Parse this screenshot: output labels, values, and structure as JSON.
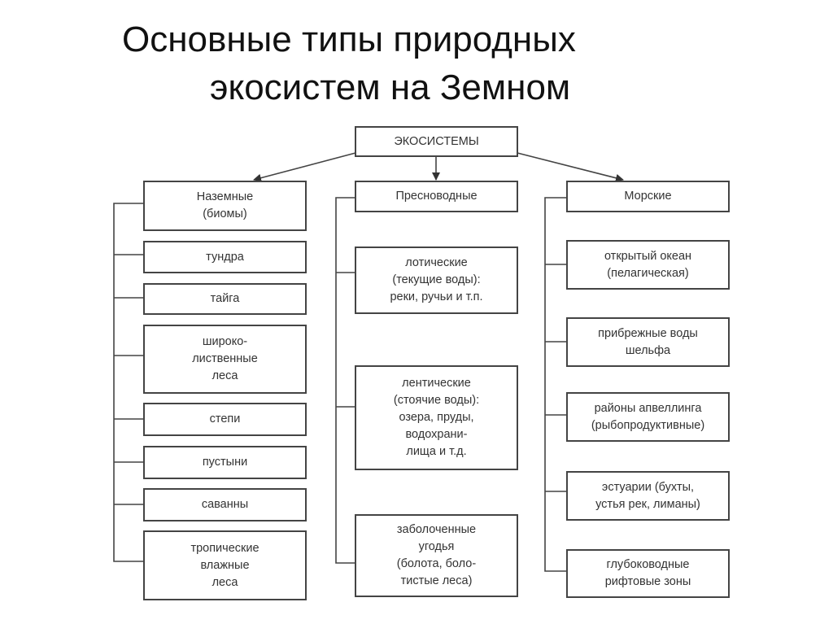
{
  "title": {
    "line1": "Основные типы природных",
    "line2": "экосистем на Земном"
  },
  "diagram": {
    "root": "ЭКОСИСТЕМЫ",
    "terrestrial": {
      "header": "Наземные\n(биомы)",
      "items": [
        "тундра",
        "тайга",
        "широко-\nлиственные\nлеса",
        "степи",
        "пустыни",
        "саванны",
        "тропические\nвлажные\nлеса"
      ]
    },
    "freshwater": {
      "header": "Пресноводные",
      "items": [
        "лотические\n(текущие воды):\nреки, ручьи и т.п.",
        "лентические\n(стоячие воды):\nозера, пруды,\nводохрани-\nлища и т.д.",
        "заболоченные\nугодья\n(болота, боло-\nтистые леса)"
      ]
    },
    "marine": {
      "header": "Морские",
      "items": [
        "открытый океан\n(пелагическая)",
        "прибрежные воды\nшельфа",
        "районы апвеллинга\n(рыбопродуктивные)",
        "эстуарии (бухты,\nустья рек, лиманы)",
        "глубоководные\nрифтовые зоны"
      ]
    }
  }
}
